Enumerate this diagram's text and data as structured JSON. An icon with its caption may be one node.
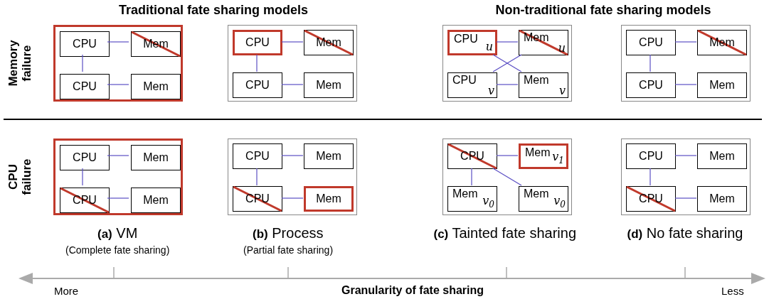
{
  "diagram": {
    "nodes": [
      {
        "text": [],
        "shape": "box"
      },
      {
        "text": [
          "CPU"
        ],
        "in": 0
      },
      {
        "text": [
          "Mem"
        ],
        "in": 0
      },
      {
        "text": [
          "CPU"
        ],
        "in": 0
      },
      {
        "text": [
          "Mem"
        ],
        "in": 0
      },
      {
        "text": [],
        "shape": "box"
      },
      {
        "text": [
          "CPU"
        ],
        "in": 5
      },
      {
        "text": [
          "Mem"
        ],
        "in": 5
      },
      {
        "text": [
          "CPU"
        ],
        "in": 5
      },
      {
        "text": [
          "Mem"
        ],
        "in": 5
      },
      {
        "text": [],
        "shape": "box"
      },
      {
        "text": [
          "CPU",
          "u"
        ],
        "in": 10
      },
      {
        "text": [
          "Mem",
          "u"
        ],
        "in": 10
      },
      {
        "text": [
          "CPU",
          "v"
        ],
        "in": 10
      },
      {
        "text": [
          "Mem",
          "v"
        ],
        "in": 10
      },
      {
        "text": [],
        "shape": "box"
      },
      {
        "text": [
          "CPU"
        ],
        "in": 15
      },
      {
        "text": [
          "Mem"
        ],
        "in": 15
      },
      {
        "text": [
          "CPU"
        ],
        "in": 15
      },
      {
        "text": [
          "Mem"
        ],
        "in": 15
      },
      {
        "text": [],
        "shape": "box"
      },
      {
        "text": [
          "CPU"
        ],
        "in": 20
      },
      {
        "text": [
          "Mem"
        ],
        "in": 20
      },
      {
        "text": [
          "CPU"
        ],
        "in": 20
      },
      {
        "text": [
          "Mem"
        ],
        "in": 20
      },
      {
        "text": [],
        "shape": "box"
      },
      {
        "text": [
          "CPU"
        ],
        "in": 25
      },
      {
        "text": [
          "Mem"
        ],
        "in": 25
      },
      {
        "text": [
          "CPU"
        ],
        "in": 25
      },
      {
        "text": [
          "Mem"
        ],
        "in": 25
      },
      {
        "text": [],
        "shape": "box"
      },
      {
        "text": [
          "CPU"
        ],
        "in": 30
      },
      {
        "text": [
          "Mem",
          "v$_{1}$"
        ],
        "in": 30
      },
      {
        "text": [
          "Mem",
          "v$_{0}$"
        ],
        "in": 30
      },
      {
        "text": [
          "Mem",
          "v$_{0}$"
        ],
        "in": 30
      },
      {
        "text": [],
        "shape": "box"
      },
      {
        "text": [
          "CPU"
        ],
        "in": 35
      },
      {
        "text": [
          "Mem"
        ],
        "in": 35
      },
      {
        "text": [
          "CPU"
        ],
        "in": 35
      },
      {
        "text": [
          "Mem"
        ],
        "in": 35
      }
    ],
    "edges": [
      {
        "from": 1,
        "to": 2,
        "arrow": "none"
      },
      {
        "from": 1,
        "to": 3,
        "arrow": "none"
      },
      {
        "from": 3,
        "to": 4,
        "arrow": "none"
      },
      {
        "from": 6,
        "to": 7,
        "arrow": "none"
      },
      {
        "from": 6,
        "to": 8,
        "arrow": "none"
      },
      {
        "from": 8,
        "to": 9,
        "arrow": "none"
      },
      {
        "from": 11,
        "to": 12,
        "arrow": "none"
      },
      {
        "from": 11,
        "to": 14,
        "arrow": "none"
      },
      {
        "from": 13,
        "to": 12,
        "arrow": "none"
      },
      {
        "from": 13,
        "to": 14,
        "arrow": "none"
      },
      {
        "from": 16,
        "to": 17,
        "arrow": "none"
      },
      {
        "from": 16,
        "to": 18,
        "arrow": "none"
      },
      {
        "from": 18,
        "to": 19,
        "arrow": "none"
      },
      {
        "from": 21,
        "to": 22,
        "arrow": "none"
      },
      {
        "from": 21,
        "to": 23,
        "arrow": "none"
      },
      {
        "from": 23,
        "to": 24,
        "arrow": "none"
      },
      {
        "from": 26,
        "to": 27,
        "arrow": "none"
      },
      {
        "from": 26,
        "to": 28,
        "arrow": "none"
      },
      {
        "from": 28,
        "to": 29,
        "arrow": "none"
      },
      {
        "from": 31,
        "to": 32,
        "arrow": "none"
      },
      {
        "from": 31,
        "to": 33,
        "arrow": "none"
      },
      {
        "from": 31,
        "to": 34,
        "arrow": "none"
      },
      {
        "from": 36,
        "to": 37,
        "arrow": "none"
      },
      {
        "from": 36,
        "to": 38,
        "arrow": "none"
      },
      {
        "from": 38,
        "to": 39,
        "arrow": "none"
      }
    ],
    "labels": [
      "Traditional fate sharing models",
      "Non-traditional fate sharing models",
      "Memory failure",
      "CPU failure",
      "**(a)** VM",
      "(Complete fate sharing)",
      "**(b)** Process",
      "(Partial fate sharing)",
      "**(c)** Tainted fate sharing",
      "**(d)** No fate sharing",
      "More",
      "Granularity of fate sharing",
      "Less"
    ]
  }
}
